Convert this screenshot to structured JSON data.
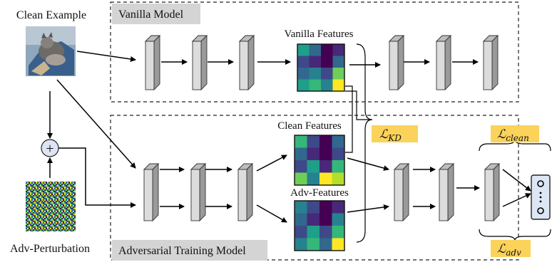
{
  "labels": {
    "clean_example": "Clean Example",
    "adv_perturbation": "Adv-Perturbation",
    "vanilla_model": "Vanilla Model",
    "adversarial_training_model": "Adversarial Training Model",
    "vanilla_features": "Vanilla Features",
    "clean_features": "Clean Features",
    "adv_features": "Adv-Features",
    "plus_symbol": "+"
  },
  "losses": {
    "kd": {
      "script": "ℒ",
      "sub": "KD"
    },
    "clean": {
      "script": "ℒ",
      "sub": "clean"
    },
    "adv": {
      "script": "ℒ",
      "sub": "adv"
    }
  },
  "colors": {
    "model_label_bg": "#d4d4d4",
    "loss_badge_bg": "#fbd35a",
    "layer_front": "#dcdcdc",
    "layer_side": "#9a9a9a",
    "plus_circle": "#dde5f4",
    "output_box": "#dce6f4",
    "viridis": [
      "#440154",
      "#482878",
      "#3e4989",
      "#31688e",
      "#26828e",
      "#1f9e89",
      "#35b779",
      "#6ece58",
      "#b5de2b",
      "#fde725"
    ]
  },
  "feature_maps": {
    "vanilla": [
      [
        5,
        3,
        0,
        1
      ],
      [
        2,
        1,
        0,
        3
      ],
      [
        3,
        4,
        2,
        7
      ],
      [
        5,
        6,
        4,
        9
      ]
    ],
    "clean": [
      [
        6,
        2,
        0,
        3
      ],
      [
        3,
        1,
        0,
        2
      ],
      [
        2,
        5,
        1,
        6
      ],
      [
        7,
        4,
        9,
        8
      ]
    ],
    "adv": [
      [
        4,
        2,
        0,
        1
      ],
      [
        3,
        1,
        0,
        4
      ],
      [
        2,
        5,
        2,
        6
      ],
      [
        4,
        6,
        3,
        9
      ]
    ]
  }
}
